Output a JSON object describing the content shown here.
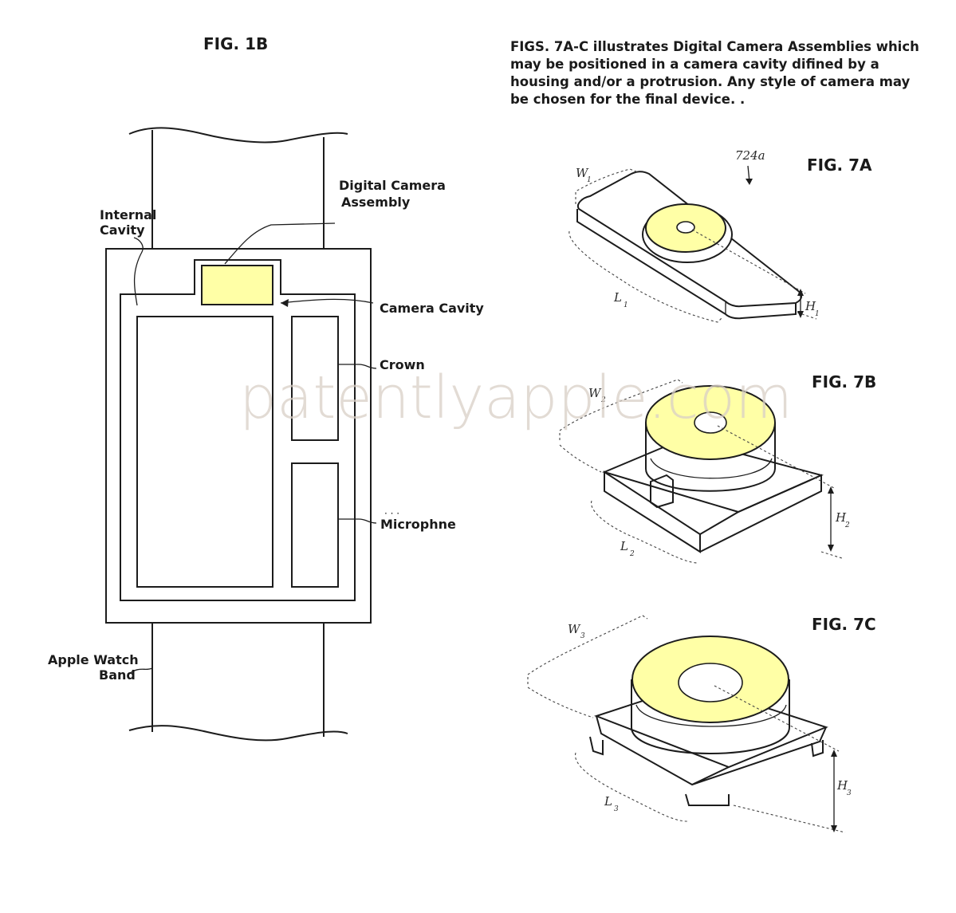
{
  "fig1b": {
    "title": "FIG. 1B",
    "labels": {
      "digital_camera_assembly_1": "Digital Camera",
      "digital_camera_assembly_2": "Assembly",
      "internal_cavity_1": "Internal",
      "internal_cavity_2": "Cavity",
      "camera_cavity": "Camera Cavity",
      "crown": "Crown",
      "microphone": "Microphne",
      "band_1": "Apple Watch",
      "band_2": "Band"
    }
  },
  "caption": {
    "lines": [
      "FIGS. 7A-C illustrates Digital Camera Assemblies which",
      "may be positioned in a camera cavity difined by a",
      "housing and/or a protrusion. Any style of camera may",
      "be chosen for the final device. ."
    ]
  },
  "fig7a": {
    "title": "FIG. 7A",
    "ref": "724a",
    "w": "W",
    "w_sub": "1",
    "l": "L",
    "l_sub": "1",
    "h": "H",
    "h_sub": "1"
  },
  "fig7b": {
    "title": "FIG. 7B",
    "w": "W",
    "w_sub": "2",
    "l": "L",
    "l_sub": "2",
    "h": "H",
    "h_sub": "2"
  },
  "fig7c": {
    "title": "FIG. 7C",
    "w": "W",
    "w_sub": "3",
    "l": "L",
    "l_sub": "3",
    "h": "H",
    "h_sub": "3"
  },
  "watermark": "patentlyapple.com",
  "colors": {
    "highlight": "#ffffa6",
    "line": "#1c1c1c"
  }
}
